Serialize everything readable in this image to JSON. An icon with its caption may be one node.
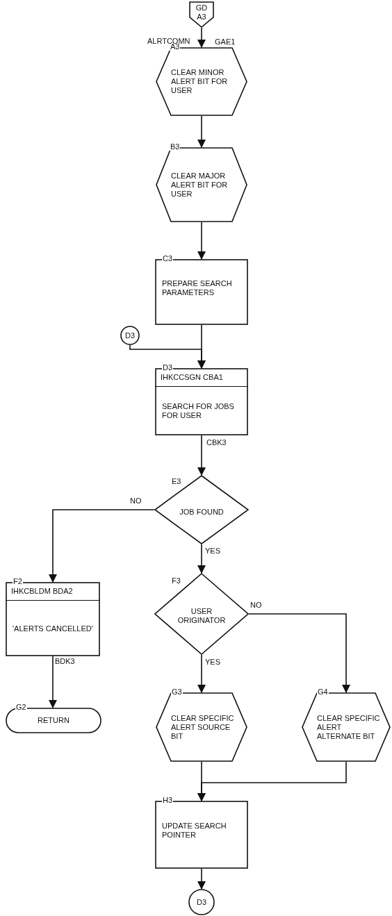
{
  "diagram": {
    "nodes": [
      {
        "text": [
          "GD A3"
        ]
      },
      {
        "text": [
          "A3",
          "CLEAR MINOR ALERT BIT FOR USER"
        ],
        "beside": [
          "ALRTCOMN",
          "GAE1"
        ]
      },
      {
        "text": [
          "B3",
          "CLEAR MAJOR ALERT BIT FOR USER"
        ]
      },
      {
        "text": [
          "C3",
          "PREPARE SEARCH PARAMETERS"
        ]
      },
      {
        "text": [
          "D3"
        ]
      },
      {
        "text": [
          "D3",
          "IHKCCSGN CBA1",
          "SEARCH FOR JOBS FOR USER"
        ]
      },
      {
        "text": [
          "E3",
          "JOB FOUND"
        ]
      },
      {
        "text": [
          "F2",
          "IHKCBLDM BDA2",
          "'ALERTS CANCELLED'"
        ]
      },
      {
        "text": [
          "F3",
          "USER ORIGINATOR"
        ]
      },
      {
        "text": [
          "G2",
          "RETURN"
        ]
      },
      {
        "text": [
          "G3",
          "CLEAR SPECIFIC ALERT SOURCE BIT"
        ]
      },
      {
        "text": [
          "G4",
          "CLEAR SPECIFIC ALERT ALTERNATE BIT"
        ]
      },
      {
        "text": [
          "H3",
          "UPDATE SEARCH POINTER"
        ]
      },
      {
        "text": [
          "D3"
        ]
      }
    ],
    "edges": [
      {
        "from": 0,
        "to": 1,
        "arrow": "to"
      },
      {
        "from": 1,
        "to": 2,
        "arrow": "to"
      },
      {
        "from": 2,
        "to": 3,
        "arrow": "to"
      },
      {
        "from": 3,
        "to": 5,
        "arrow": "to"
      },
      {
        "from": 4,
        "to": 5,
        "arrow": "to"
      },
      {
        "from": 5,
        "to": 6,
        "arrow": "to",
        "label": "CBK3"
      },
      {
        "from": 6,
        "to": 7,
        "arrow": "to",
        "label": "NO"
      },
      {
        "from": 6,
        "to": 8,
        "arrow": "to",
        "label": "YES"
      },
      {
        "from": 7,
        "to": 9,
        "arrow": "to",
        "label": "BDK3"
      },
      {
        "from": 8,
        "to": 10,
        "arrow": "to",
        "label": "YES"
      },
      {
        "from": 8,
        "to": 11,
        "arrow": "to",
        "label": "NO"
      },
      {
        "from": 10,
        "to": 12,
        "arrow": "to"
      },
      {
        "from": 11,
        "to": 12,
        "arrow": "to"
      },
      {
        "from": 12,
        "to": 13,
        "arrow": "to"
      }
    ]
  }
}
